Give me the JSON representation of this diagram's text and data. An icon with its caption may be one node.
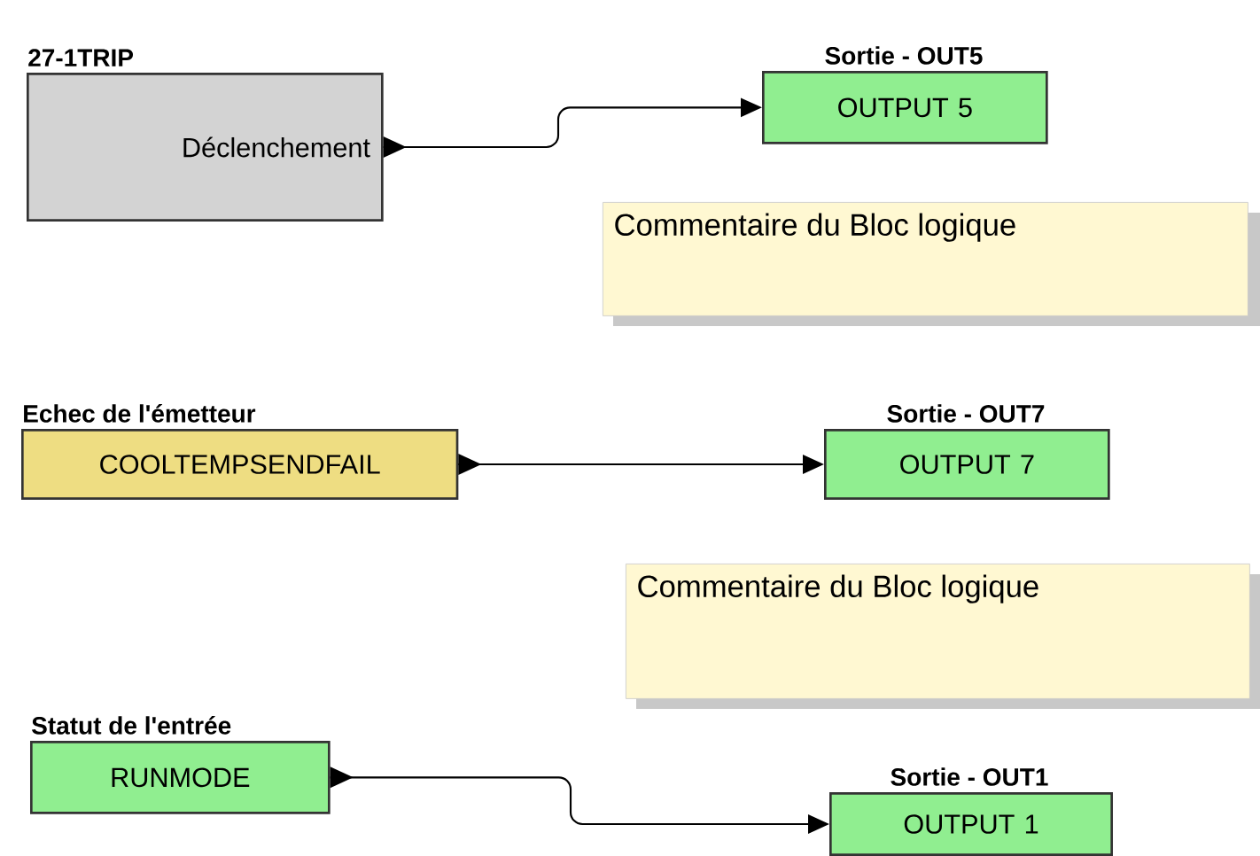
{
  "diagram": {
    "nodes": [
      {
        "text": [
          "27-1TRIP",
          "Déclenchement"
        ]
      },
      {
        "text": [
          "Sortie - OUT5",
          "OUTPUT 5"
        ]
      },
      {
        "text": [
          "Commentaire du Bloc logique"
        ]
      },
      {
        "text": [
          "Echec de l'émetteur",
          "COOLTEMPSENDFAIL"
        ]
      },
      {
        "text": [
          "Sortie - OUT7",
          "OUTPUT 7"
        ]
      },
      {
        "text": [
          "Commentaire du Bloc logique"
        ]
      },
      {
        "text": [
          "Statut de l'entrée",
          "RUNMODE"
        ]
      },
      {
        "text": [
          "Sortie - OUT1",
          "OUTPUT 1"
        ]
      }
    ],
    "edges": [
      {
        "from": 0,
        "to": 1,
        "arrow": "to"
      },
      {
        "from": 3,
        "to": 4,
        "arrow": "to"
      },
      {
        "from": 6,
        "to": 7,
        "arrow": "to"
      }
    ]
  }
}
